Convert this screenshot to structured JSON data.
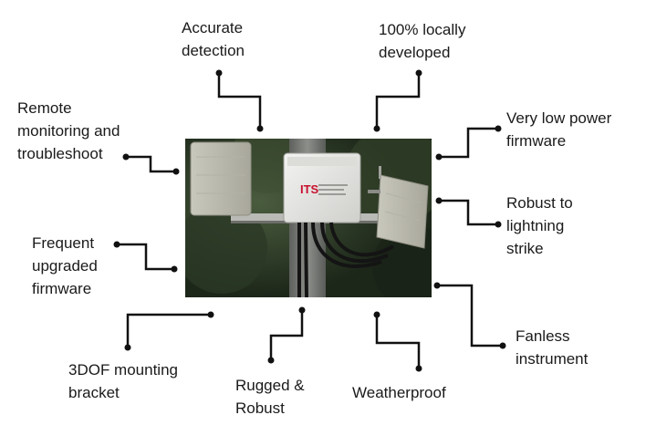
{
  "features": {
    "accurate_detection": [
      "Accurate",
      "detection"
    ],
    "locally_developed": [
      "100% locally",
      "developed"
    ],
    "remote_monitoring": [
      "Remote",
      "monitoring and",
      "troubleshoot"
    ],
    "very_low_power": [
      "Very low power",
      "firmware"
    ],
    "robust_lightning": [
      "Robust to",
      "lightning",
      "strike"
    ],
    "frequent_firmware": [
      "Frequent",
      "upgraded",
      "firmware"
    ],
    "fanless": [
      "Fanless",
      "instrument"
    ],
    "mounting_bracket": [
      "3DOF mounting",
      "bracket"
    ],
    "rugged_robust": [
      "Rugged &",
      "Robust"
    ],
    "weatherproof": [
      "Weatherproof"
    ]
  },
  "photo": {
    "logo_text": "ITS",
    "logo_color": "#c8102e"
  },
  "colors": {
    "connector": "#111111",
    "text": "#1a1a1a",
    "foliage_dark": "#1f2b1c",
    "foliage_mid": "#3a4a32",
    "pole": "#7d7f7c",
    "enclosure": "#e9e9e6"
  }
}
